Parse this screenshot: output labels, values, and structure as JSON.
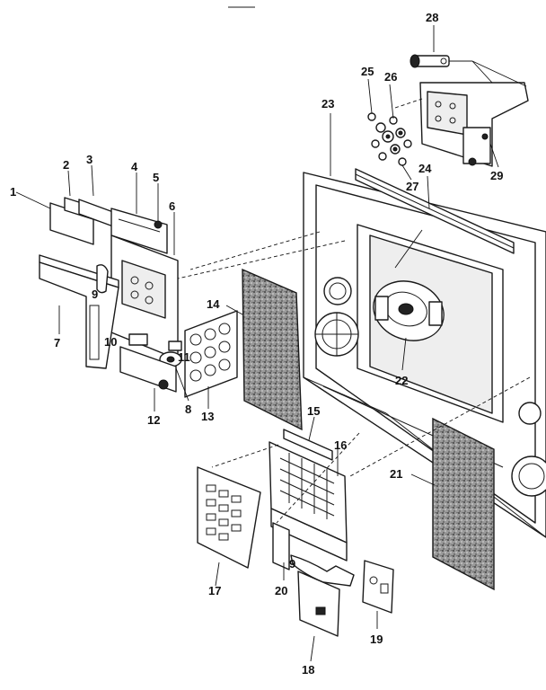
{
  "callouts": [
    {
      "id": "1",
      "label": "1"
    },
    {
      "id": "2",
      "label": "2"
    },
    {
      "id": "3",
      "label": "3"
    },
    {
      "id": "4",
      "label": "4"
    },
    {
      "id": "5",
      "label": "5"
    },
    {
      "id": "6",
      "label": "6"
    },
    {
      "id": "7",
      "label": "7"
    },
    {
      "id": "8",
      "label": "8"
    },
    {
      "id": "9a",
      "label": "9"
    },
    {
      "id": "9b",
      "label": "9"
    },
    {
      "id": "10",
      "label": "10"
    },
    {
      "id": "11",
      "label": "11"
    },
    {
      "id": "12",
      "label": "12"
    },
    {
      "id": "13",
      "label": "13"
    },
    {
      "id": "14",
      "label": "14"
    },
    {
      "id": "15",
      "label": "15"
    },
    {
      "id": "16",
      "label": "16"
    },
    {
      "id": "17",
      "label": "17"
    },
    {
      "id": "18",
      "label": "18"
    },
    {
      "id": "19",
      "label": "19"
    },
    {
      "id": "20",
      "label": "20"
    },
    {
      "id": "21",
      "label": "21"
    },
    {
      "id": "22",
      "label": "22"
    },
    {
      "id": "23",
      "label": "23"
    },
    {
      "id": "24",
      "label": "24"
    },
    {
      "id": "25",
      "label": "25"
    },
    {
      "id": "26",
      "label": "26"
    },
    {
      "id": "27",
      "label": "27"
    },
    {
      "id": "28",
      "label": "28"
    },
    {
      "id": "29",
      "label": "29"
    }
  ]
}
